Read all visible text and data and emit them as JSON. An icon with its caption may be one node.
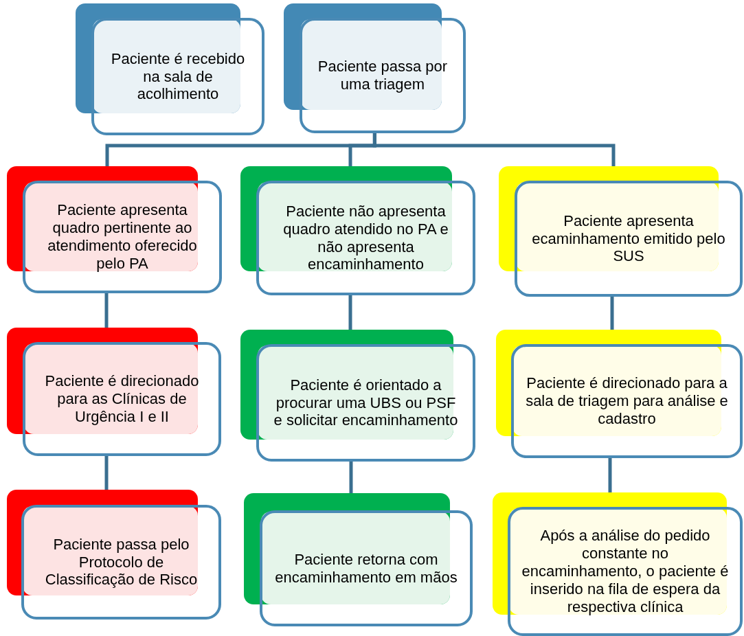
{
  "diagram": {
    "nodes": [
      {
        "text": [
          "Paciente é recebido na sala de acolhimento"
        ]
      },
      {
        "text": [
          "Paciente passa por uma triagem"
        ]
      },
      {
        "text": [
          "Paciente apresenta quadro pertinente ao atendimento oferecido pelo PA"
        ]
      },
      {
        "text": [
          "Paciente não apresenta quadro atendido no PA e não apresenta encaminhamento"
        ]
      },
      {
        "text": [
          "Paciente apresenta ecaminhamento emitido pelo SUS"
        ]
      },
      {
        "text": [
          "Paciente é direcionado para as Clínicas de Urgência I e II"
        ]
      },
      {
        "text": [
          "Paciente é orientado a procurar uma UBS ou PSF e solicitar encaminhamento"
        ]
      },
      {
        "text": [
          "Paciente é direcionado para a sala de triagem para análise e cadastro"
        ]
      },
      {
        "text": [
          "Paciente passa pelo Protocolo de Classificação de Risco"
        ]
      },
      {
        "text": [
          "Paciente retorna com encaminhamento em mãos"
        ]
      },
      {
        "text": [
          "Após a análise do pedido constante no encaminhamento, o paciente é inserido na fila de espera da respectiva clínica"
        ]
      }
    ],
    "edges": [
      {
        "from": 1,
        "to": 2,
        "arrow": "none"
      },
      {
        "from": 1,
        "to": 3,
        "arrow": "none"
      },
      {
        "from": 1,
        "to": 4,
        "arrow": "none"
      },
      {
        "from": 2,
        "to": 5,
        "arrow": "none"
      },
      {
        "from": 5,
        "to": 8,
        "arrow": "none"
      },
      {
        "from": 3,
        "to": 6,
        "arrow": "none"
      },
      {
        "from": 6,
        "to": 9,
        "arrow": "none"
      },
      {
        "from": 4,
        "to": 7,
        "arrow": "none"
      },
      {
        "from": 7,
        "to": 10,
        "arrow": "none"
      }
    ]
  }
}
